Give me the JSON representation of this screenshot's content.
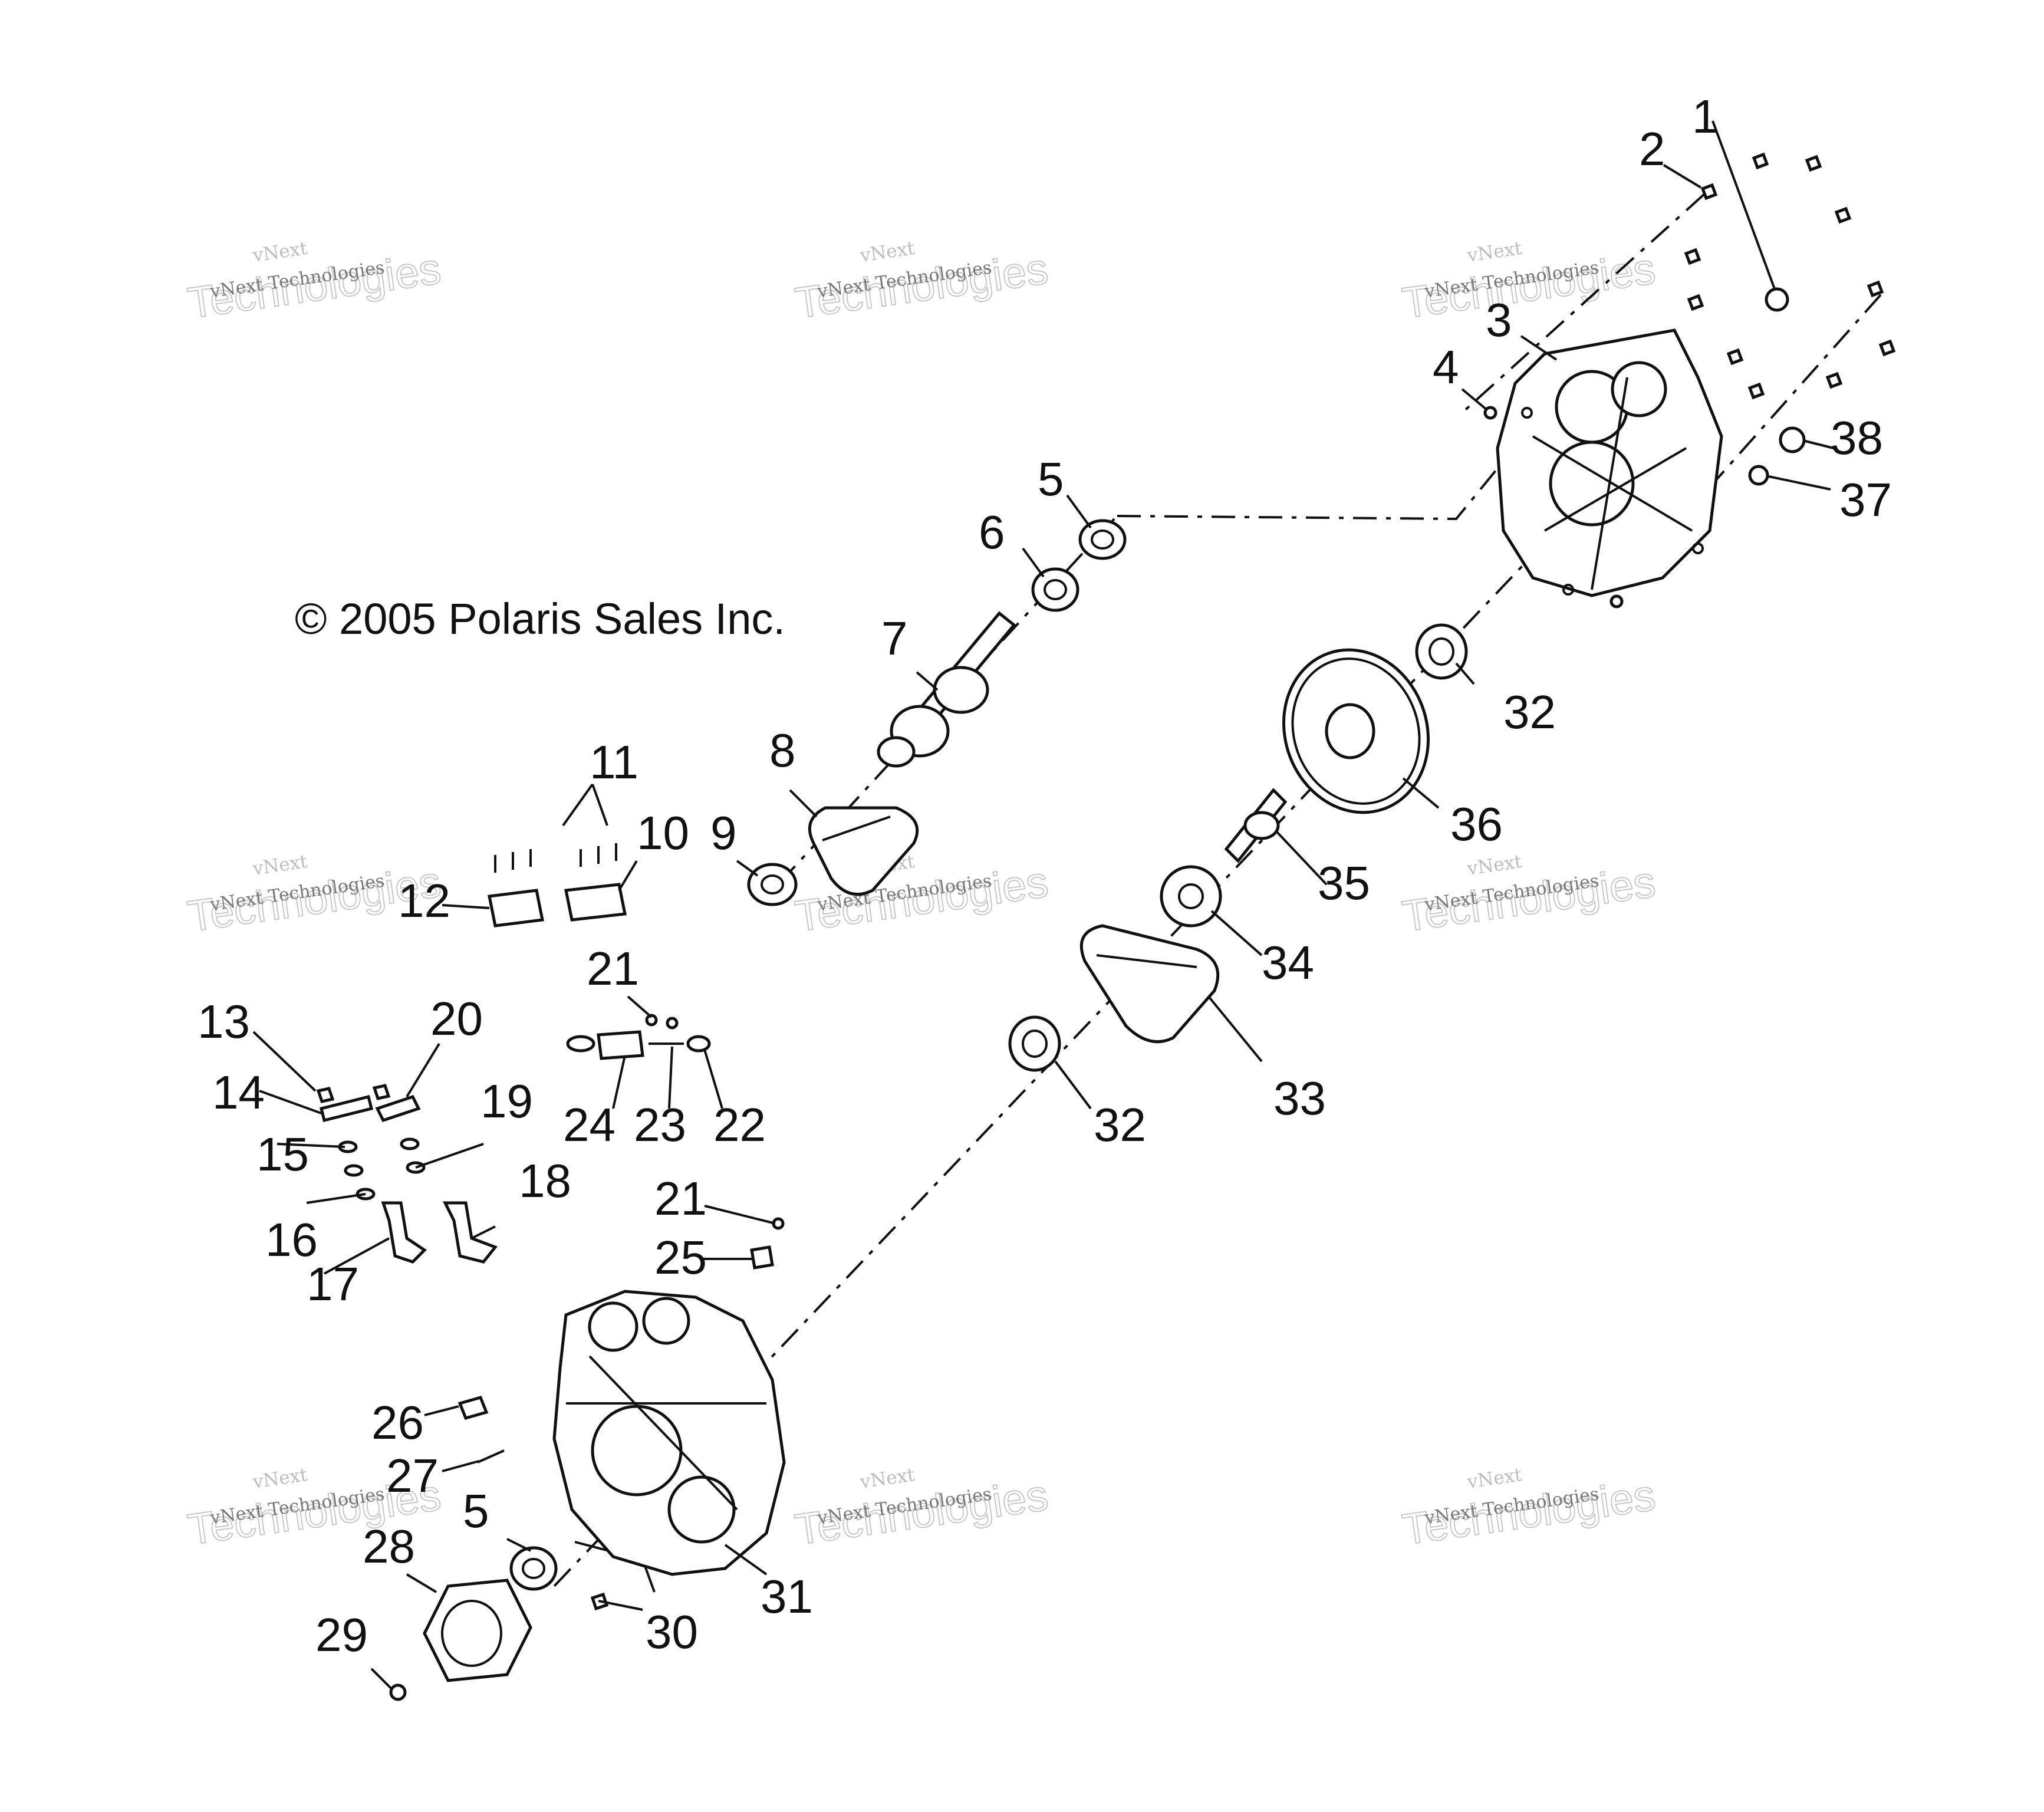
{
  "copyright": "© 2005 Polaris Sales Inc.",
  "watermark": {
    "line1": "vNext",
    "line2": "Technologies",
    "line3": "vNext Technologies"
  },
  "callouts": [
    "1",
    "2",
    "3",
    "4",
    "5",
    "6",
    "7",
    "8",
    "9",
    "10",
    "11",
    "12",
    "13",
    "14",
    "15",
    "16",
    "17",
    "18",
    "19",
    "20",
    "21",
    "22",
    "23",
    "24",
    "25",
    "26",
    "27",
    "28",
    "29",
    "30",
    "31",
    "32",
    "33",
    "34",
    "35",
    "36",
    "37",
    "38"
  ]
}
